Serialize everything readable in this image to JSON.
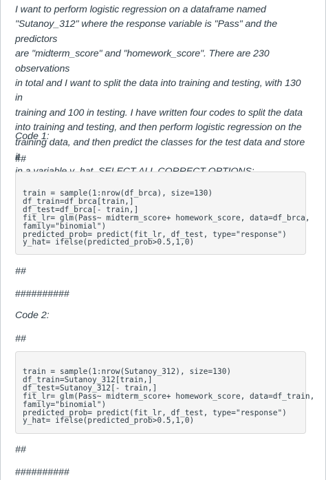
{
  "question": {
    "lines": [
      "I want to perform logistic regression on a dataframe named",
      "\"Sutanoy_312\" where the response variable is \"Pass\" and the predictors",
      "are \"midterm_score\" and \"homework_score\". There are 230 observations",
      "in total and I want to split the data into training and testing, with 130 in",
      "training and 100 in testing. I have written four codes to split the data",
      "into training and testing, and then perform logistic regression on the",
      "training data, and then predict the classes for the test data and store it",
      "in a variable y_hat. SELECT ALL CORRECT OPTIONS:"
    ]
  },
  "code1": {
    "label": "Code 1:",
    "hash_top": "##",
    "lines": [
      "train = sample(1:nrow(df_brca), size=130)",
      "df_train=df_brca[train,]",
      "df_test=df_brca[- train,]",
      "fit_lr= glm(Pass~ midterm_score+ homework_score, data=df_brca,",
      "family=\"binomial\")",
      "predicted_prob= predict(fit_lr, df_test, type=\"response\")",
      "y_hat= ifelse(predicted_prob>0.5,1,0)"
    ],
    "hash_bottom": "##",
    "separator": "##########"
  },
  "code2": {
    "label": "Code 2:",
    "hash_top": "##",
    "lines": [
      "train = sample(1:nrow(Sutanoy_312), size=130)",
      "df_train=Sutanoy_312[train,]",
      "df_test=Sutanoy_312[- train,]",
      "fit_lr= glm(Pass~ midterm_score+ homework_score, data=df_train,",
      "family=\"binomial\")",
      "predicted_prob= predict(fit_lr, df_test, type=\"response\")",
      "y_hat= ifelse(predicted_prob>0.5,1,0)"
    ],
    "hash_bottom": "##",
    "separator": "##########"
  }
}
